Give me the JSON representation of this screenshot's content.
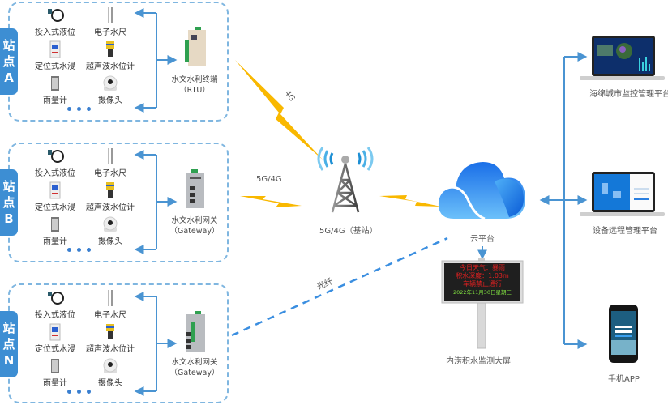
{
  "stations": [
    {
      "id": "A",
      "tag_chars": [
        "站",
        "点",
        "A"
      ],
      "devices": [
        "投入式液位",
        "电子水尺",
        "定位式水浸",
        "超声波水位计",
        "雨量计",
        "摄像头"
      ],
      "gateway_name": "水文水利终端",
      "gateway_sub": "（RTU）",
      "link_label": "4G"
    },
    {
      "id": "B",
      "tag_chars": [
        "站",
        "点",
        "B"
      ],
      "devices": [
        "投入式液位",
        "电子水尺",
        "定位式水浸",
        "超声波水位计",
        "雨量计",
        "摄像头"
      ],
      "gateway_name": "水文水利网关",
      "gateway_sub": "（Gateway）",
      "link_label": "5G/4G"
    },
    {
      "id": "N",
      "tag_chars": [
        "站",
        "点",
        "N"
      ],
      "devices": [
        "投入式液位",
        "电子水尺",
        "定位式水浸",
        "超声波水位计",
        "雨量计",
        "摄像头"
      ],
      "gateway_name": "水文水利网关",
      "gateway_sub": "（Gateway）",
      "link_label": "光纤"
    }
  ],
  "base_station": {
    "label": "5G/4G（基站）"
  },
  "cloud": {
    "label": "云平台"
  },
  "display_screen": {
    "label": "内涝积水监测大屏",
    "lines": [
      "今日天气：暴雨",
      "积水深度：1.03m",
      "车辆禁止通行"
    ],
    "date_line": "2022年11月30日星期三"
  },
  "endpoints": [
    {
      "label": "海绵城市监控管理平台",
      "kind": "laptop-dashboard"
    },
    {
      "label": "设备远程管理平台",
      "kind": "laptop-login"
    },
    {
      "label": "手机APP",
      "kind": "phone"
    }
  ],
  "colors": {
    "accent": "#3d8ed3",
    "line": "#4a94d2",
    "bolt": "#f9b800",
    "dashed_border": "#7fb6e0",
    "led_red": "#e02020",
    "led_green": "#80e040"
  }
}
